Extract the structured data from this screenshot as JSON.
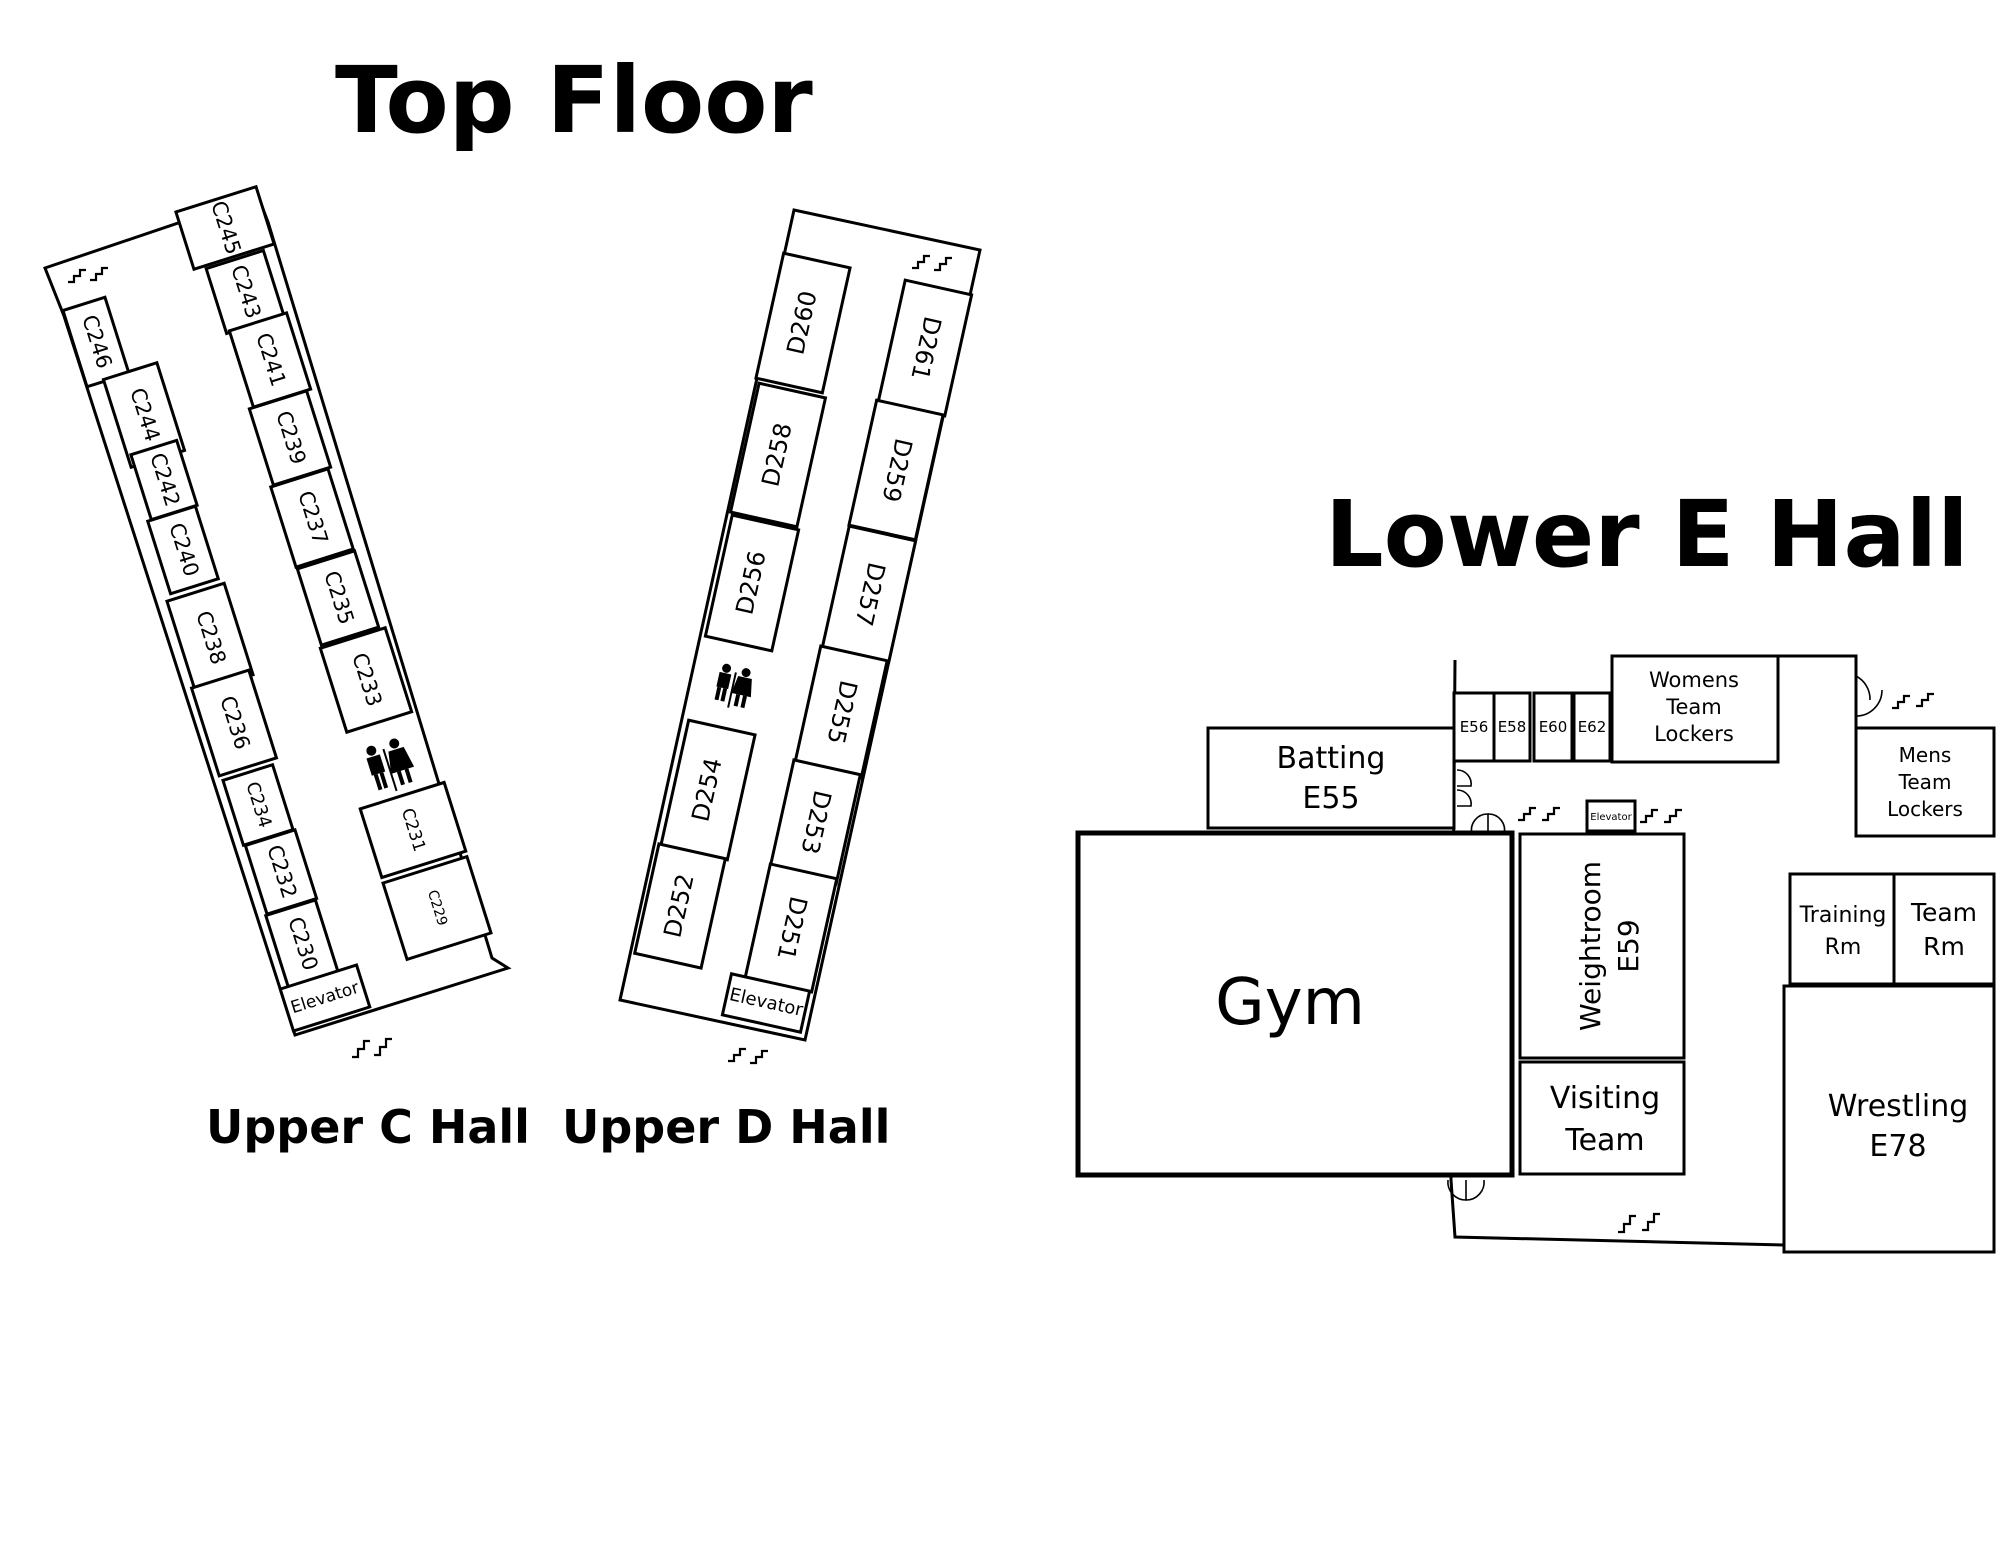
{
  "titles": {
    "top_floor": "Top Floor",
    "lower_e_hall": "Lower E Hall",
    "upper_c_hall": "Upper C Hall",
    "upper_d_hall": "Upper D Hall"
  },
  "c_hall": {
    "west_rooms": [
      "C246",
      "C244",
      "C242",
      "C240",
      "C238",
      "C236",
      "C234",
      "C232",
      "C230"
    ],
    "east_rooms": [
      "C245",
      "C243",
      "C241",
      "C239",
      "C237",
      "C235",
      "C233"
    ],
    "south_rooms": [
      "C231",
      "C229"
    ],
    "elevator": "Elevator"
  },
  "d_hall": {
    "west_rooms": [
      "D260",
      "D258",
      "D256",
      "D254",
      "D252"
    ],
    "east_rooms": [
      "D261",
      "D259",
      "D257",
      "D255",
      "D253",
      "D251"
    ],
    "elevator": "Elevator"
  },
  "e_hall": {
    "batting": [
      "Batting",
      "E55"
    ],
    "small_rooms": [
      "E56",
      "E58",
      "E60",
      "E62"
    ],
    "womens_lockers": [
      "Womens",
      "Team",
      "Lockers"
    ],
    "mens_lockers": [
      "Mens",
      "Team",
      "Lockers"
    ],
    "elevator": "Elevator",
    "gym": "Gym",
    "weightroom": [
      "Weightroom",
      "E59"
    ],
    "visiting_team": [
      "Visiting",
      "Team"
    ],
    "training_room": [
      "Training",
      "Rm"
    ],
    "team_room": [
      "Team",
      "Rm"
    ],
    "wrestling": [
      "Wrestling",
      "E78"
    ]
  },
  "icons": [
    "stairs-icon",
    "restroom-icon",
    "door-swing-icon"
  ]
}
